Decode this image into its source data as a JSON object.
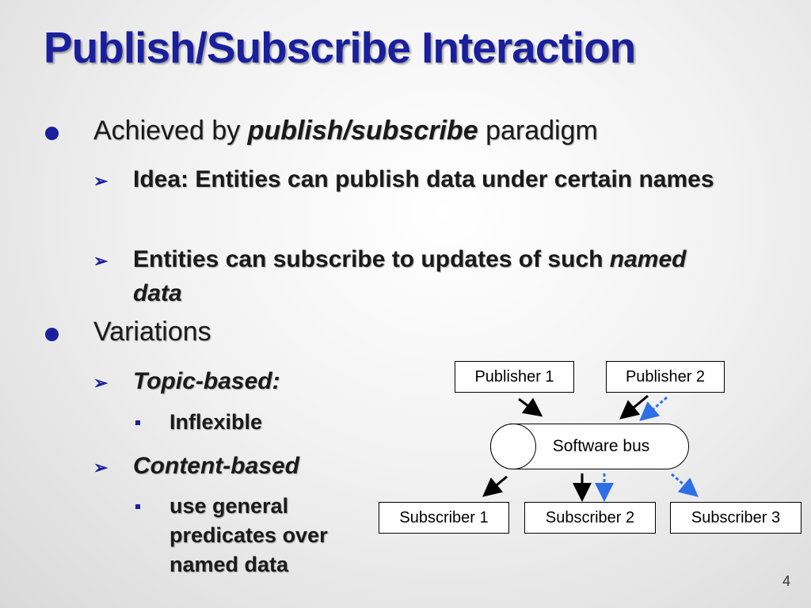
{
  "title": "Publish/Subscribe Interaction",
  "bullets": {
    "b1": {
      "before": "Achieved by ",
      "emph": "publish/subscribe",
      "after": " paradigm",
      "sub1": "Idea: Entities can publish data under certain names",
      "sub2_text": "Entities can subscribe to updates of such ",
      "sub2_emph": "named data"
    },
    "b2": {
      "text": "Variations",
      "topic": "Topic-based:",
      "topic_sub": "Inflexible",
      "content": "Content-based",
      "content_sub": "use general predicates over named data"
    }
  },
  "diagram": {
    "publisher1": "Publisher 1",
    "publisher2": "Publisher 2",
    "bus": "Software bus",
    "subscriber1": "Subscriber 1",
    "subscriber2": "Subscriber 2",
    "subscriber3": "Subscriber 3"
  },
  "page_number": "4",
  "colors": {
    "title": "#1a1f9c",
    "bullet": "#1a1f9c",
    "dotted_arrow": "#2e6fe6",
    "solid_arrow": "#000000"
  }
}
